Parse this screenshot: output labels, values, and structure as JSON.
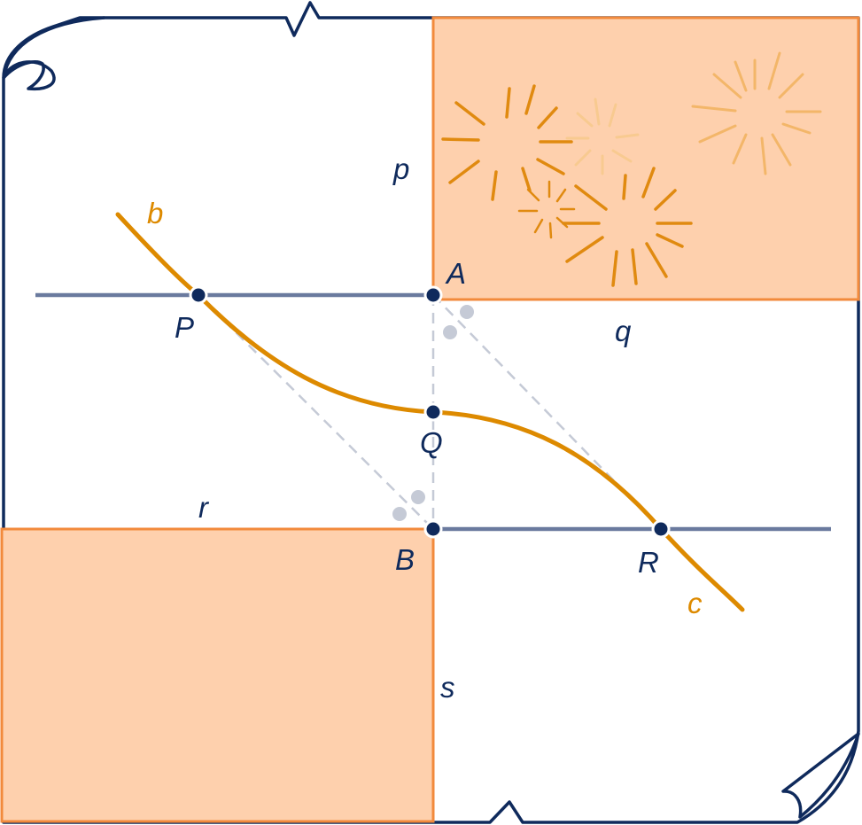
{
  "colors": {
    "navy": "#0f2a5c",
    "orange_curve": "#dd8a00",
    "region_fill": "#fed0ad",
    "region_stroke": "#f28a3c",
    "line_gray": "#6a7a9e",
    "dashed": "#c5cad6"
  },
  "labels": {
    "p": "p",
    "q": "q",
    "r": "r",
    "s": "s",
    "b": "b",
    "c": "c",
    "A": "A",
    "B": "B",
    "P": "P",
    "Q": "Q",
    "R": "R"
  }
}
